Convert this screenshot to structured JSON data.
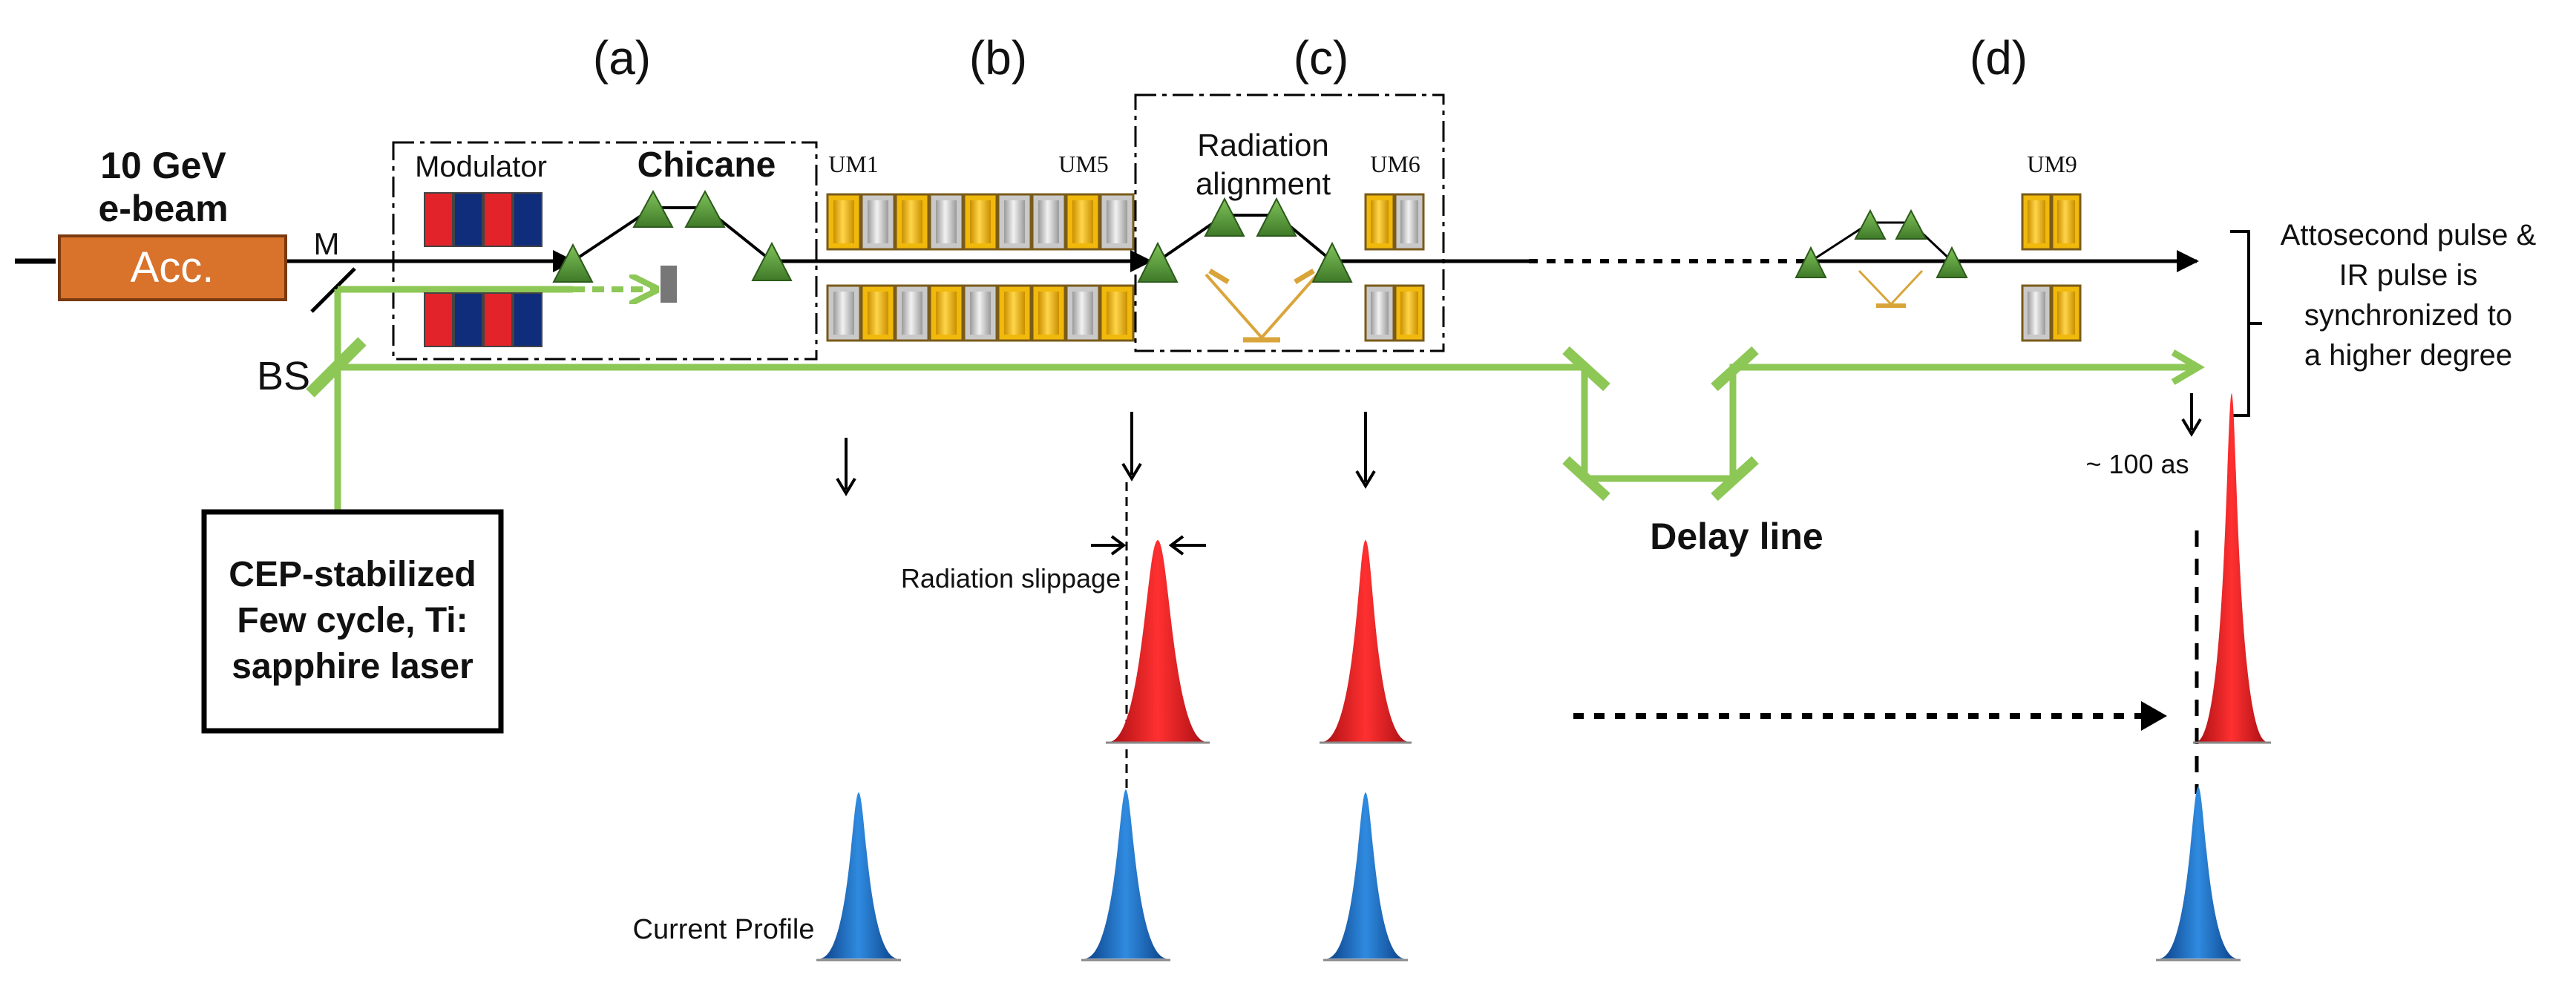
{
  "stages": [
    "(a)",
    "(b)",
    "(c)",
    "(d)"
  ],
  "source": {
    "energy": "10 GeV",
    "beam": "e-beam",
    "accelerator": "Acc.",
    "mirror": "M",
    "splitter": "BS"
  },
  "laser_box": [
    "CEP-stabilized",
    "Few cycle,  Ti:",
    "sapphire laser"
  ],
  "section_a": {
    "modulator": "Modulator",
    "chicane": "Chicane"
  },
  "undulators": {
    "um1": "UM1",
    "um5": "UM5",
    "um6": "UM6",
    "um9": "UM9"
  },
  "radiation_alignment": [
    "Radiation",
    "alignment"
  ],
  "attosecond_note": [
    "Attosecond pulse &",
    "IR pulse is",
    "synchronized to",
    "a higher degree"
  ],
  "delay_line": "Delay line",
  "pulse_width": "~ 100 as",
  "radiation_slippage": "Radiation slippage",
  "current_profile": "Current Profile",
  "colors": {
    "beam_line": "#000000",
    "laser_path": "#8dc756",
    "accelerator": "#d9722b",
    "modulator_red": "#e2232a",
    "modulator_blue": "#0f2d7a",
    "undulator_gold": "#f0b90b",
    "undulator_silver": "#c9c9c9",
    "magnet": "#5f9b3c",
    "radiation_pulse": "#e81e1e",
    "current_pulse": "#1c72c4"
  }
}
